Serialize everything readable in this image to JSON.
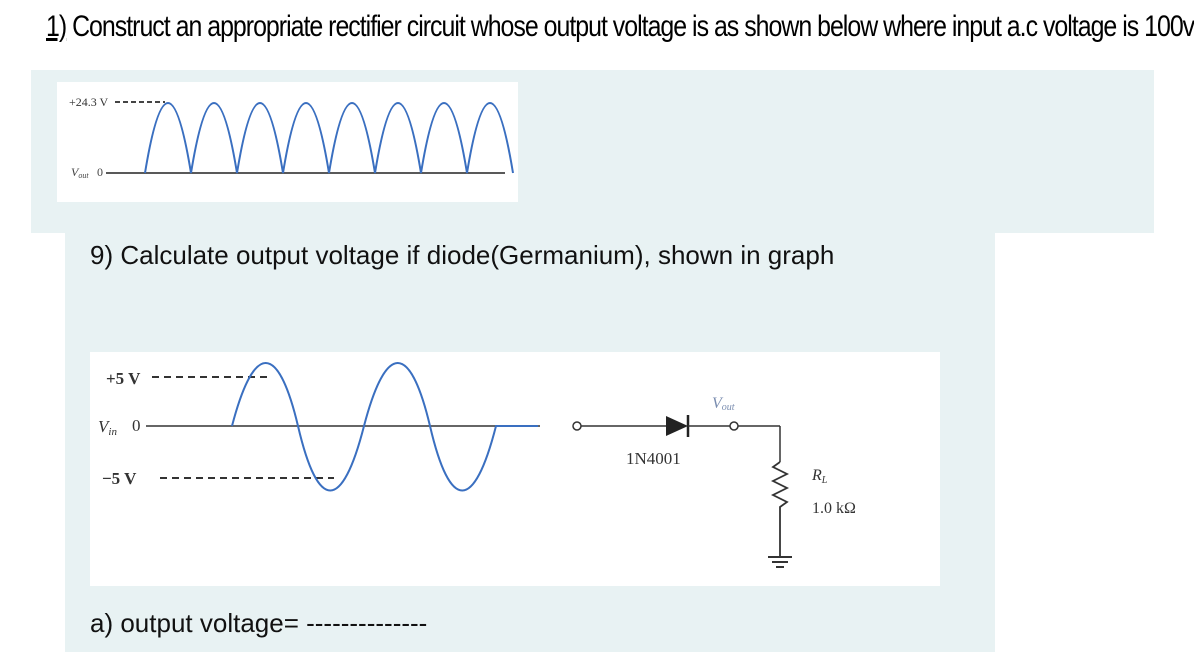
{
  "question1": {
    "number": "1)",
    "text": " Construct  an appropriate  rectifier circuit whose  output voltage is as shown below  where  input a.c  voltage is 100v"
  },
  "figure1": {
    "peak_label": "+24.3 V",
    "axis_label": "V",
    "axis_label_sub": "out",
    "zero_label": "0"
  },
  "question9": {
    "text": "9) Calculate output voltage if diode(Germanium), shown in graph"
  },
  "figure2": {
    "pos_label": "+5 V",
    "neg_label": "−5 V",
    "axis_label": "V",
    "axis_label_sub": "in",
    "zero_label": "0",
    "diode_label": "1N4001",
    "vout_label": "V",
    "vout_sub": "out",
    "resistor_name": "R",
    "resistor_sub": "L",
    "resistor_value": "1.0 kΩ"
  },
  "answer": {
    "label": "a) output voltage= ",
    "blank": "--------------"
  }
}
